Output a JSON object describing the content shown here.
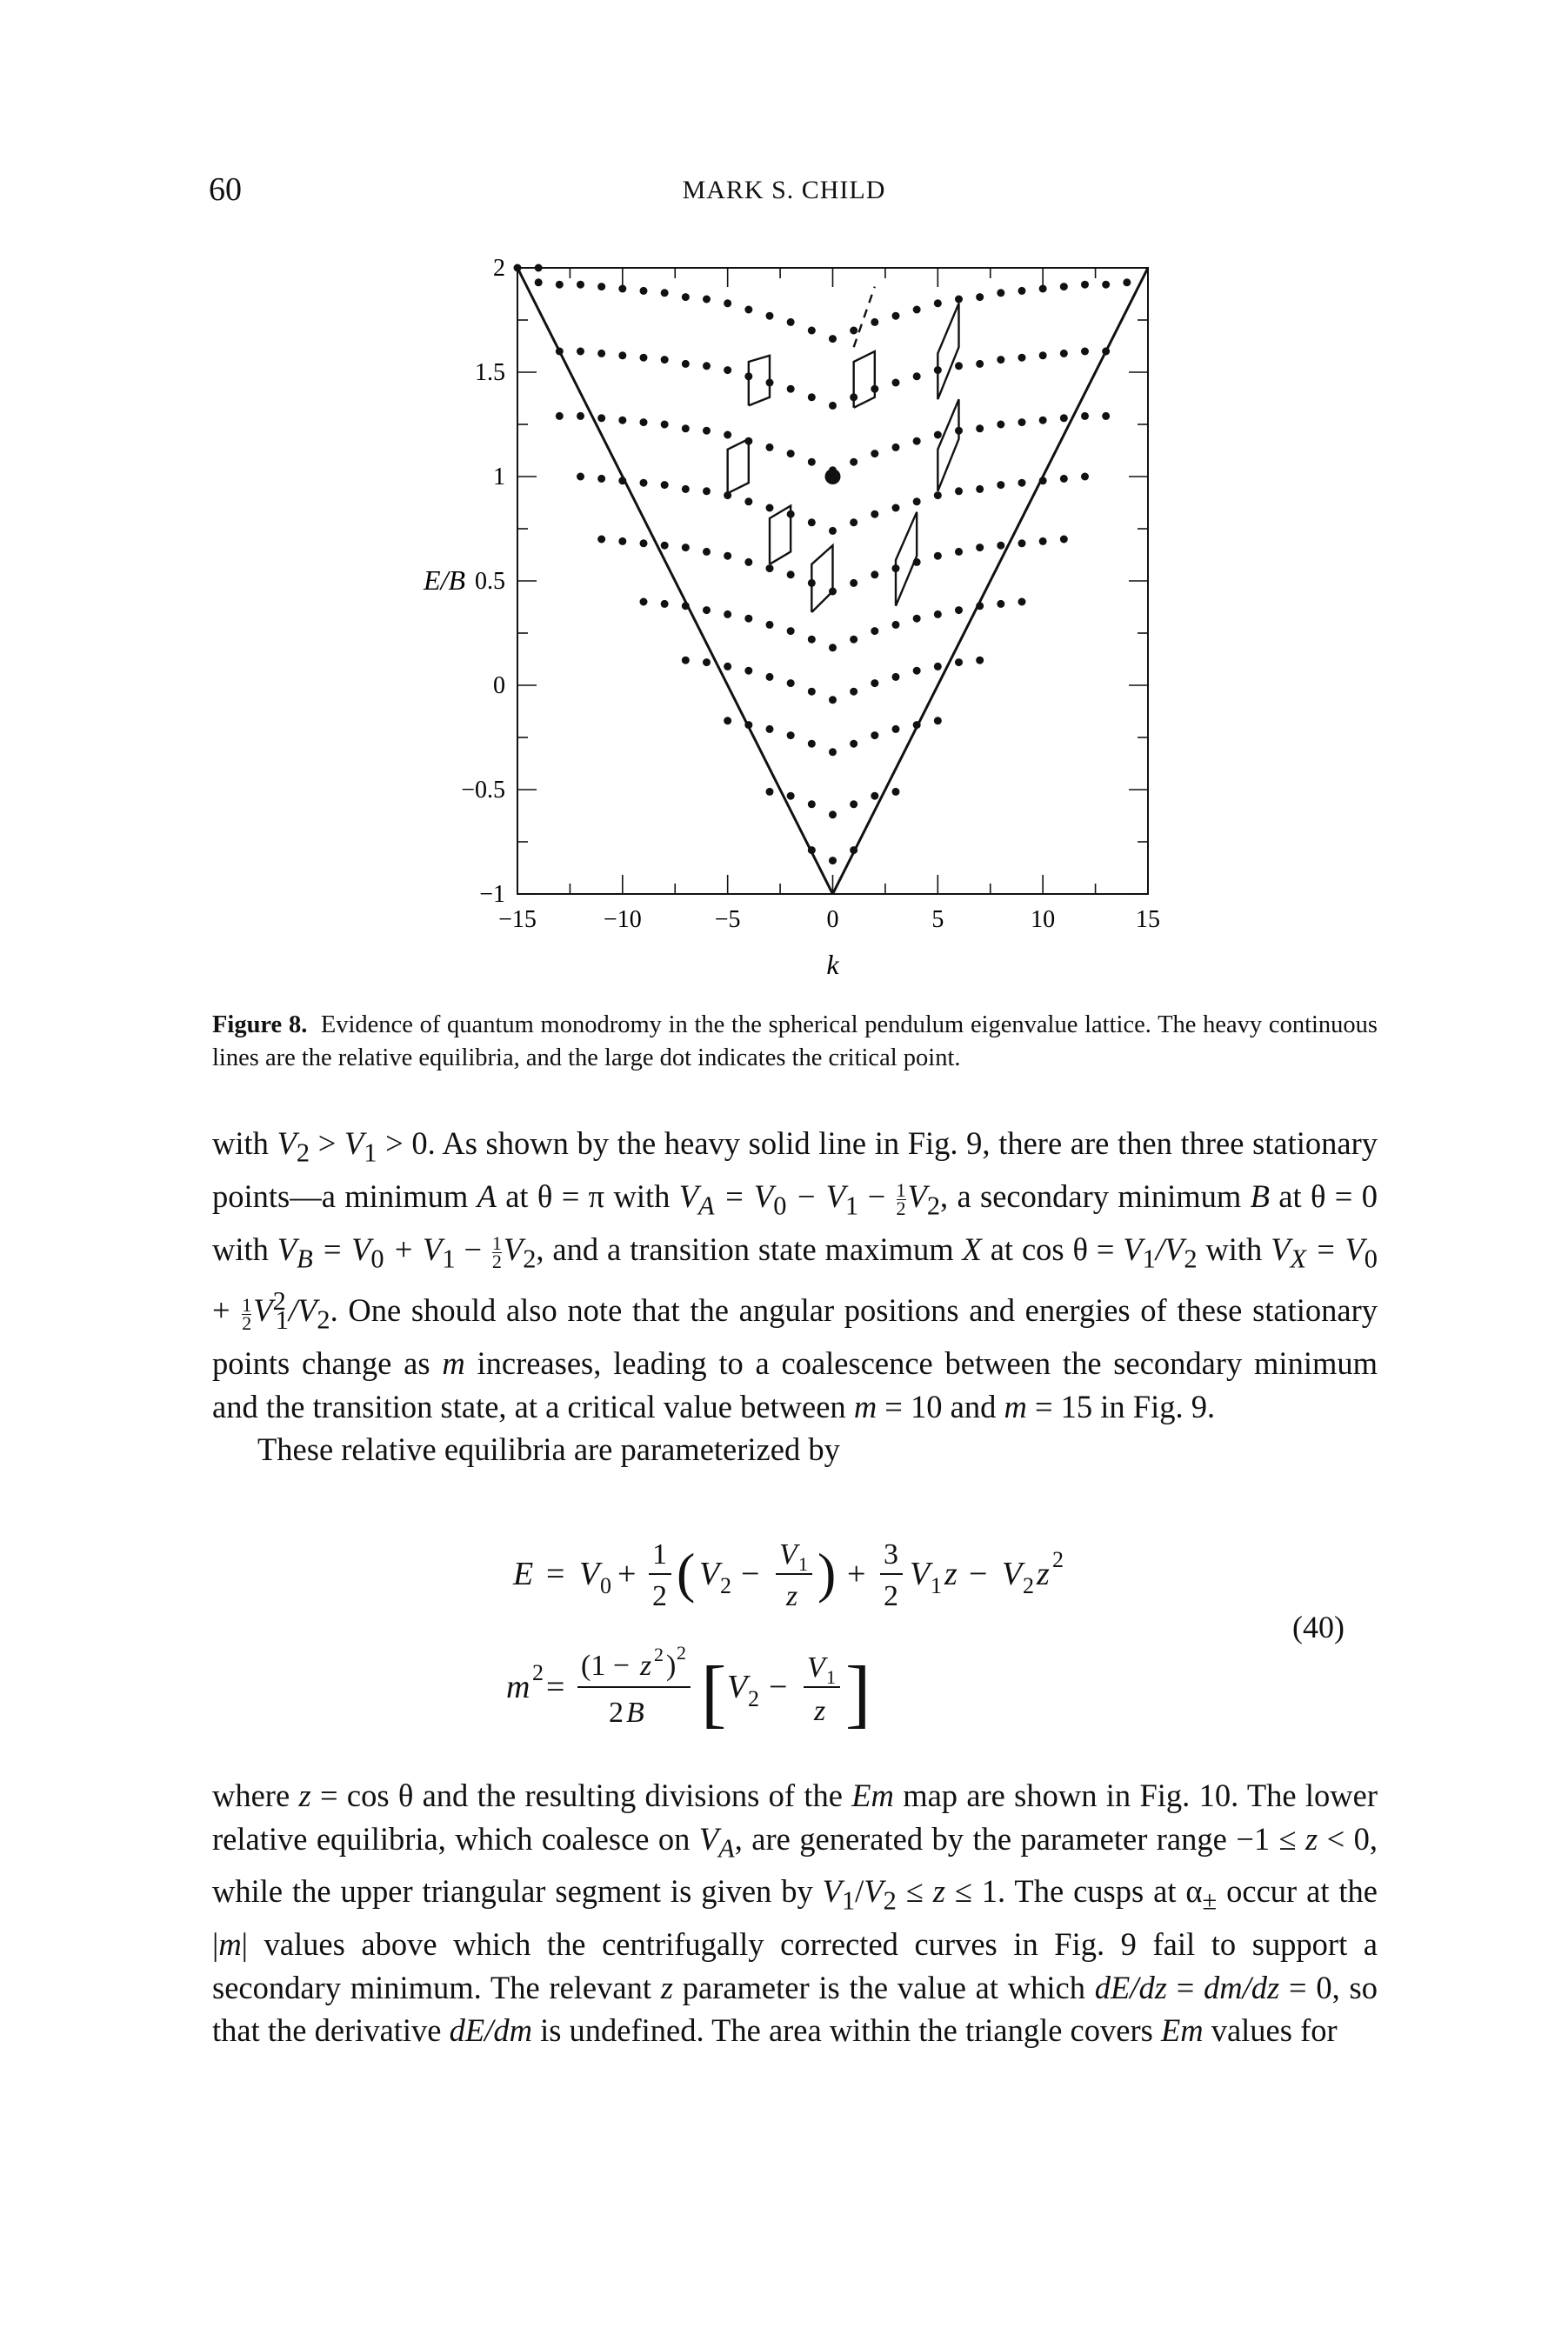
{
  "header": {
    "page_number": "60",
    "running_head": "MARK S. CHILD"
  },
  "figure": {
    "caption_label": "Figure 8.",
    "caption_text": "Evidence of quantum monodromy in the the spherical pendulum eigenvalue lattice. The heavy continuous lines are the relative equilibria, and the large dot indicates the critical point."
  },
  "chart_data": {
    "type": "scatter",
    "title": "",
    "xlabel": "k",
    "ylabel": "E/B",
    "xlim": [
      -15,
      15
    ],
    "ylim": [
      -1,
      2
    ],
    "xticks": [
      "−15",
      "−10",
      "−5",
      "0",
      "5",
      "10",
      "15"
    ],
    "yticks": [
      "−1",
      "−0.5",
      "0",
      "0.5",
      "1",
      "1.5",
      "2"
    ],
    "grid": false,
    "boundary_lines": [
      {
        "x": [
          -15,
          0
        ],
        "y": [
          2.0,
          -1.0
        ]
      },
      {
        "x": [
          0,
          15
        ],
        "y": [
          -1.0,
          2.0
        ]
      }
    ],
    "critical_point": {
      "x": 0,
      "y": 1.0
    },
    "eigenvalue_lattice": {
      "x_spacing": 1,
      "levels": [
        {
          "k_max": 1,
          "E": [
            -0.84,
            -0.79,
            -0.76
          ]
        },
        {
          "k_max": 3,
          "E": [
            -0.62,
            -0.57,
            -0.53,
            -0.51,
            -0.5,
            -0.49,
            -0.48
          ]
        },
        {
          "k_max": 5,
          "E": [
            -0.32,
            -0.28,
            -0.24,
            -0.21,
            -0.19,
            -0.17,
            -0.16,
            -0.15,
            -0.14,
            -0.14,
            -0.14
          ]
        },
        {
          "k_max": 7,
          "E": [
            -0.07,
            -0.03,
            0.01,
            0.04,
            0.07,
            0.09,
            0.11,
            0.12,
            0.13,
            0.14,
            0.14,
            0.15,
            0.15,
            0.15,
            0.16
          ]
        },
        {
          "k_max": 9,
          "E": [
            0.18,
            0.22,
            0.26,
            0.29,
            0.32,
            0.34,
            0.36,
            0.38,
            0.39,
            0.4,
            0.41,
            0.42,
            0.42,
            0.43,
            0.43,
            0.44,
            0.44,
            0.44,
            0.44
          ]
        },
        {
          "k_max": 11,
          "E": [
            0.45,
            0.49,
            0.53,
            0.56,
            0.59,
            0.62,
            0.64,
            0.66,
            0.67,
            0.68,
            0.69,
            0.7,
            0.71,
            0.71,
            0.72,
            0.72,
            0.72,
            0.73,
            0.73,
            0.73,
            0.73,
            0.73,
            0.73
          ]
        },
        {
          "k_max": 12,
          "E": [
            0.74,
            0.78,
            0.82,
            0.85,
            0.88,
            0.91,
            0.93,
            0.94,
            0.96,
            0.97,
            0.98,
            0.99,
            1.0,
            1.0,
            1.01,
            1.01,
            1.01,
            1.02,
            1.02,
            1.02,
            1.02,
            1.02,
            1.02,
            1.02,
            1.02
          ]
        },
        {
          "k_max": 13,
          "E": [
            1.03,
            1.07,
            1.11,
            1.14,
            1.17,
            1.2,
            1.22,
            1.23,
            1.25,
            1.26,
            1.27,
            1.28,
            1.29,
            1.29,
            1.3,
            1.3,
            1.3,
            1.31,
            1.31,
            1.31,
            1.31,
            1.31,
            1.31,
            1.31,
            1.31,
            1.31,
            1.31
          ]
        },
        {
          "k_max": 13,
          "E": [
            1.34,
            1.38,
            1.42,
            1.45,
            1.48,
            1.51,
            1.53,
            1.54,
            1.56,
            1.57,
            1.58,
            1.59,
            1.6,
            1.6,
            1.61,
            1.61,
            1.61,
            1.62,
            1.62,
            1.62,
            1.62,
            1.62,
            1.62,
            1.62,
            1.62,
            1.62,
            1.62
          ]
        },
        {
          "k_max": 14,
          "E": [
            1.66,
            1.7,
            1.74,
            1.77,
            1.8,
            1.83,
            1.85,
            1.86,
            1.88,
            1.89,
            1.9,
            1.91,
            1.92,
            1.92,
            1.93,
            1.93,
            1.93,
            1.94,
            1.94,
            1.94,
            1.94,
            1.94,
            1.94,
            1.94,
            1.94,
            1.94,
            1.94,
            1.94,
            1.94
          ]
        },
        {
          "k_max": 15,
          "E": [
            2.0,
            2.0
          ]
        }
      ]
    },
    "cell_paths": [
      {
        "style": "solid",
        "points": [
          [
            -4,
            1.34
          ],
          [
            -3,
            1.38
          ],
          [
            -3,
            1.58
          ],
          [
            -4,
            1.55
          ],
          [
            -4,
            1.34
          ]
        ]
      },
      {
        "style": "solid",
        "points": [
          [
            -5,
            0.92
          ],
          [
            -4,
            0.97
          ],
          [
            -4,
            1.18
          ],
          [
            -5,
            1.13
          ],
          [
            -5,
            0.92
          ]
        ]
      },
      {
        "style": "solid",
        "points": [
          [
            -3,
            0.58
          ],
          [
            -2,
            0.64
          ],
          [
            -2,
            0.86
          ],
          [
            -3,
            0.8
          ],
          [
            -3,
            0.58
          ]
        ]
      },
      {
        "style": "solid",
        "points": [
          [
            1,
            1.33
          ],
          [
            2,
            1.38
          ],
          [
            2,
            1.6
          ],
          [
            1,
            1.55
          ],
          [
            1,
            1.33
          ]
        ]
      },
      {
        "style": "dashed",
        "points": [
          [
            1,
            1.62
          ],
          [
            2,
            1.91
          ]
        ]
      },
      {
        "style": "solid",
        "points": [
          [
            -1,
            0.35
          ],
          [
            0,
            0.45
          ],
          [
            0,
            0.67
          ],
          [
            -1,
            0.58
          ],
          [
            -1,
            0.35
          ]
        ]
      },
      {
        "style": "solid",
        "points": [
          [
            5,
            1.37
          ],
          [
            5,
            1.59
          ],
          [
            6,
            1.83
          ],
          [
            6,
            1.62
          ],
          [
            5,
            1.37
          ]
        ]
      },
      {
        "style": "solid",
        "points": [
          [
            5,
            0.93
          ],
          [
            5,
            1.13
          ],
          [
            6,
            1.37
          ],
          [
            6,
            1.18
          ],
          [
            5,
            0.93
          ]
        ]
      },
      {
        "style": "solid",
        "points": [
          [
            3,
            0.38
          ],
          [
            3,
            0.6
          ],
          [
            4,
            0.83
          ],
          [
            4,
            0.62
          ],
          [
            3,
            0.38
          ]
        ]
      }
    ]
  },
  "paragraph_1": {
    "intro": "with",
    "cond_v2": "V",
    "cond_v2_sub": "2",
    "cond_gt1": " > ",
    "cond_v1": "V",
    "cond_v1_sub": "1",
    "cond_gt0": " > 0. As shown by the heavy solid line in Fig. 9, there are then three stationary points—a minimum ",
    "min_a": "A",
    "at_theta_pi": " at θ = π with ",
    "va_def": "V",
    "va_sub": "A",
    "va_rhs": " = V",
    "va_rhs_sub0": "0",
    "va_minus": " − V",
    "va_sub1": "1",
    "va_minus2": " − ",
    "va_frac_num": "1",
    "va_frac_den": "2",
    "va_v2": "V",
    "va_v2_sub": "2",
    "after_va": ", a secondary minimum ",
    "min_b": "B",
    "at_theta_0": " at θ = 0 with ",
    "vb": "V",
    "vb_sub": "B",
    "vb_rhs": " = V",
    "vb_sub0": "0",
    "vb_plus": " + V",
    "vb_sub1": "1",
    "vb_minus": " − ",
    "vb_frac_num": "1",
    "vb_frac_den": "2",
    "vb_v2": "V",
    "vb_v2_sub": "2",
    "after_vb": ", and a transition state maximum ",
    "max_x": "X",
    "at_cos": " at cos θ = ",
    "cos_v1": "V",
    "cos_v1_sub": "1",
    "cos_slash": "/V",
    "cos_v2_sub": "2",
    "with_vx": " with ",
    "vx": "V",
    "vx_sub": "X",
    "vx_rhs": " = V",
    "vx_sub0": "0",
    "vx_plus": " + ",
    "vx_frac_num": "1",
    "vx_frac_den": "2",
    "vx_v1sq": "V",
    "vx_v1sq_sub": "1",
    "vx_v1sq_sup": "2",
    "vx_over": "/V",
    "vx_v2_sub": "2",
    "tail_1": ". One should also note that the angular positions and energies of these stationary points change as ",
    "m1": "m",
    "tail_2": " increases, leading to a coalescence between the secondary minimum and the transition state, at a critical value between ",
    "m2": "m",
    "tail_3": " = 10 and ",
    "m3": "m",
    "tail_4": " = 15 in Fig. 9."
  },
  "paragraph_2": {
    "text": "These relative equilibria are parameterized by"
  },
  "equation": {
    "number": "(40)",
    "line1_lhs": "E",
    "line2_lhs": "m",
    "line2_lhs_sup": "2"
  },
  "paragraph_3": {
    "t1": "where ",
    "z1": "z",
    "t2": " = cos θ and the resulting divisions of the ",
    "em1": "Em",
    "t3": " map are shown in Fig. 10. The lower relative equilibria, which coalesce on ",
    "va": "V",
    "va_sub": "A",
    "t4": ", are generated by the parameter range −1 ≤ ",
    "z2": "z",
    "t5": " < 0, while the upper triangular segment is given by ",
    "v1": "V",
    "v1_sub": "1",
    "t6": "/",
    "v2": "V",
    "v2_sub": "2",
    "t7": " ≤ ",
    "z3": "z",
    "t8": " ≤ 1. The cusps at α",
    "alpha_sub": "±",
    "t9": " occur at the |",
    "m4": "m",
    "t10": "| values above which the centrifugally corrected curves in Fig. 9 fail to support a secondary minimum. The relevant ",
    "z4": "z",
    "t11": " parameter is the value at which ",
    "de_dz": "dE/dz",
    "t12": " = ",
    "dm_dz": "dm/dz",
    "t13": " = 0, so that the derivative ",
    "de_dm": "dE/dm",
    "t14": " is undefined. The area within the triangle covers ",
    "em2": "Em",
    "t15": " values for"
  }
}
